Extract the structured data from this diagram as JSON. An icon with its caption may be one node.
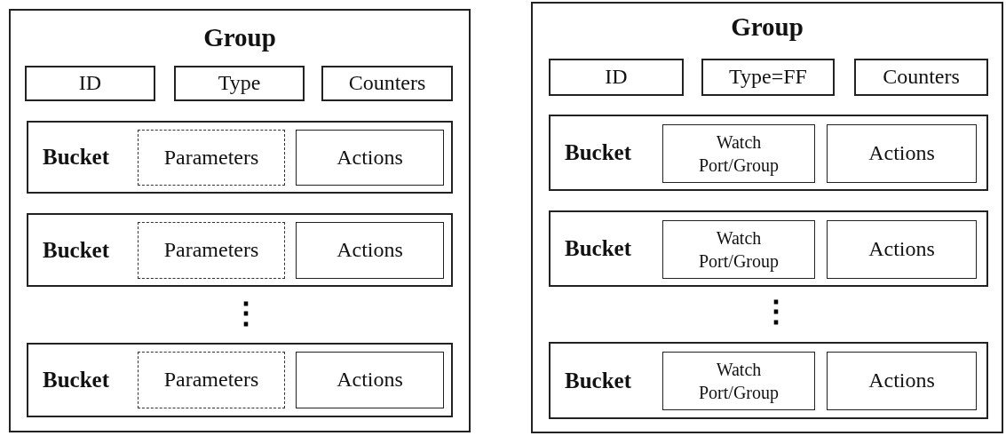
{
  "diagram": {
    "nodes": [
      {
        "text": [
          "Group"
        ]
      },
      {
        "text": [
          "ID"
        ],
        "in": 0
      },
      {
        "text": [
          "Type"
        ],
        "in": 0
      },
      {
        "text": [
          "Counters"
        ],
        "in": 0
      },
      {
        "text": [
          "Bucket"
        ],
        "in": 0
      },
      {
        "text": [
          "Parameters"
        ],
        "in": 4
      },
      {
        "text": [
          "Actions"
        ],
        "in": 4
      },
      {
        "text": [
          "Bucket"
        ],
        "in": 0
      },
      {
        "text": [
          "Parameters"
        ],
        "in": 7
      },
      {
        "text": [
          "Actions"
        ],
        "in": 7
      },
      {
        "text": [
          "Bucket"
        ],
        "in": 0
      },
      {
        "text": [
          "Parameters"
        ],
        "in": 10
      },
      {
        "text": [
          "Actions"
        ],
        "in": 10
      },
      {
        "text": [
          "Group"
        ]
      },
      {
        "text": [
          "ID"
        ],
        "in": 13
      },
      {
        "text": [
          "Type=FF"
        ],
        "in": 13
      },
      {
        "text": [
          "Counters"
        ],
        "in": 13
      },
      {
        "text": [
          "Bucket"
        ],
        "in": 13
      },
      {
        "text": [
          "Watch Port/Group"
        ],
        "in": 17
      },
      {
        "text": [
          "Actions"
        ],
        "in": 17
      },
      {
        "text": [
          "Bucket"
        ],
        "in": 13
      },
      {
        "text": [
          "Watch Port/Group"
        ],
        "in": 20
      },
      {
        "text": [
          "Actions"
        ],
        "in": 20
      },
      {
        "text": [
          "Bucket"
        ],
        "in": 13
      },
      {
        "text": [
          "Watch Port/Group"
        ],
        "in": 23
      },
      {
        "text": [
          "Actions"
        ],
        "in": 23
      }
    ],
    "labels": [
      "⋮",
      "⋮"
    ]
  }
}
